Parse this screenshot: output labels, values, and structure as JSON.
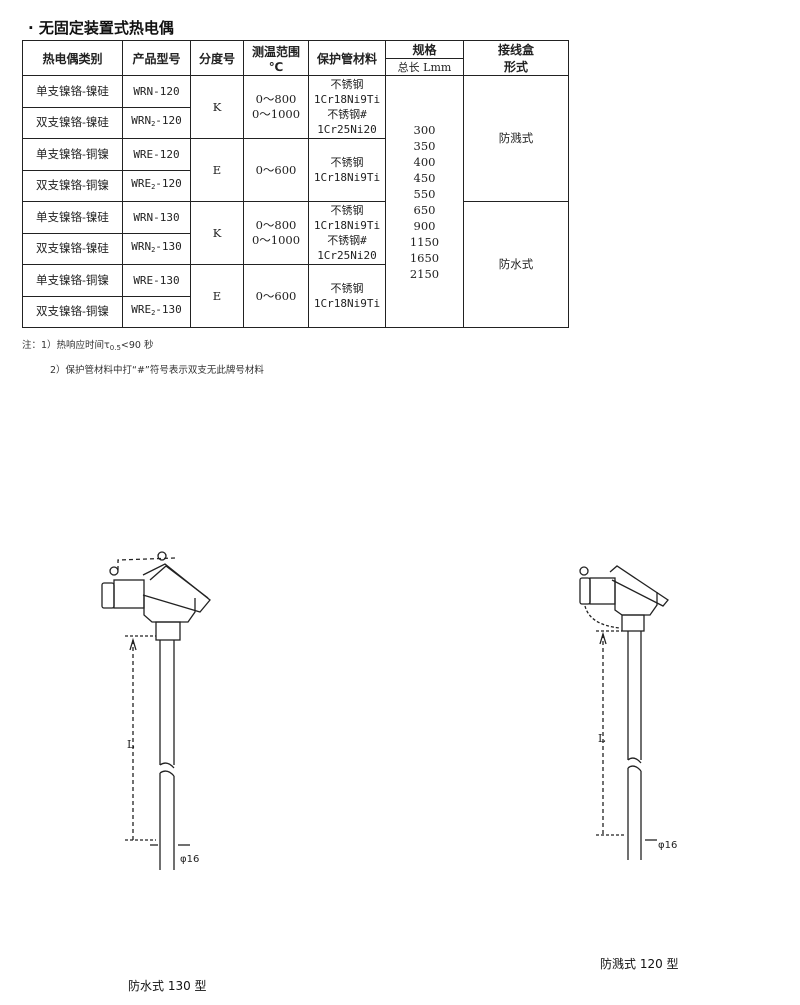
{
  "title": "· 无固定装置式热电偶",
  "headers": {
    "type": "热电偶类别",
    "model": "产品型号",
    "graduation": "分度号",
    "range": "测温范围",
    "range_unit": "℃",
    "material": "保护管材料",
    "spec": "规格",
    "spec_sub": "总长 Lmm",
    "box": "接线盒",
    "box2": "形式"
  },
  "rows": [
    {
      "type": "单支镍铬-镍硅",
      "model": "WRN-120"
    },
    {
      "type": "双支镍铬-镍硅",
      "model": "WRN",
      "model_sub": "2",
      "model_suffix": "-120"
    },
    {
      "type": "单支镍铬-铜镍",
      "model": "WRE-120"
    },
    {
      "type": "双支镍铬-铜镍",
      "model": "WRE",
      "model_sub": "2",
      "model_suffix": "-120"
    },
    {
      "type": "单支镍铬-镍硅",
      "model": "WRN-130"
    },
    {
      "type": "双支镍铬-镍硅",
      "model": "WRN",
      "model_sub": "2",
      "model_suffix": "-130"
    },
    {
      "type": "单支镍铬-铜镍",
      "model": "WRE-130"
    },
    {
      "type": "双支镍铬-铜镍",
      "model": "WRE",
      "model_sub": "2",
      "model_suffix": "-130"
    }
  ],
  "groups": [
    {
      "graduation": "K",
      "range1": "0～800",
      "range2": "0～1000",
      "mat1": "不锈钢",
      "mat2": "1Cr18Ni9Ti",
      "mat3": "不锈钢#",
      "mat4": "1Cr25Ni20"
    },
    {
      "graduation": "E",
      "range1": "0～600",
      "mat1": "不锈钢",
      "mat2": "1Cr18Ni9Ti"
    },
    {
      "graduation": "K",
      "range1": "0～800",
      "range2": "0～1000",
      "mat1": "不锈钢",
      "mat2": "1Cr18Ni9Ti",
      "mat3": "不锈钢#",
      "mat4": "1Cr25Ni20"
    },
    {
      "graduation": "E",
      "range1": "0～600",
      "mat1": "不锈钢",
      "mat2": "1Cr18Ni9Ti"
    }
  ],
  "lengths": [
    "300",
    "350",
    "400",
    "450",
    "550",
    "650",
    "900",
    "1150",
    "1650",
    "2150"
  ],
  "box_types": [
    "防溅式",
    "防水式"
  ],
  "notes": {
    "n1": "注：1）热响应时间τ",
    "n1_sub": "0.5",
    "n1_end": "<90 秒",
    "n2": "2）保护管材料中打“#”符号表示双支无此牌号材料"
  },
  "drawings": {
    "left_caption": "防水式 130 型",
    "right_caption": "防溅式 120 型",
    "dim_L": "L",
    "dim_phi": "φ16"
  }
}
